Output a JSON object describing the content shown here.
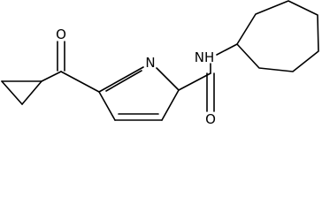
{
  "molecule": {
    "atom_labels": {
      "ketone_oxygen": "O",
      "ring_nitrogen": "N",
      "amide_nitrogen": "NH",
      "amide_oxygen": "O"
    },
    "colors": {
      "bond": "#000000",
      "label": "#000000",
      "background": "#ffffff"
    }
  }
}
